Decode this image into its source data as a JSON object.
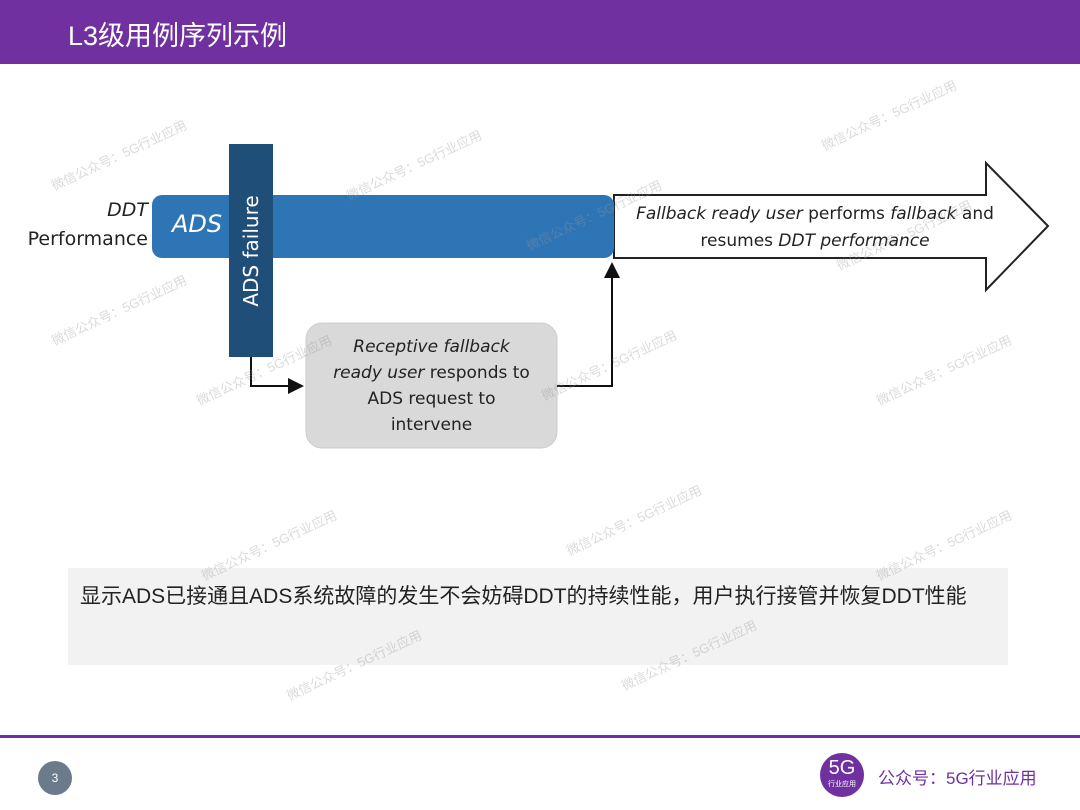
{
  "header": {
    "title": "L3级用例序列示例"
  },
  "diagram": {
    "ddt_label_line1": "DDT",
    "ddt_label_line2": "Performance",
    "ads_label": "ADS",
    "failure_label": "ADS failure",
    "gray_box": {
      "italic1": "Receptive fallback",
      "italic2": "ready user",
      "rest2": " responds to",
      "line3": "ADS request to",
      "line4": "intervene"
    },
    "arrow_box": {
      "italic1": "Fallback ready user",
      "mid1": " performs ",
      "italic1b": "fallback",
      "end1": " and",
      "start2": "resumes ",
      "italic2": "DDT performance"
    }
  },
  "summary": "显示ADS已接通且ADS系统故障的发生不会妨碍DDT的持续性能，用户执行接管并恢复DDT性能",
  "footer": {
    "page_number": "3",
    "logo_big": "5G",
    "logo_small": "行业应用",
    "brand": "公众号：5G行业应用"
  },
  "watermark": "微信公众号：5G行业应用",
  "colors": {
    "purple": "#7030a0",
    "blue": "#2e75b6",
    "dark_blue": "#1f4e79",
    "gray_box": "#d9d9d9"
  }
}
